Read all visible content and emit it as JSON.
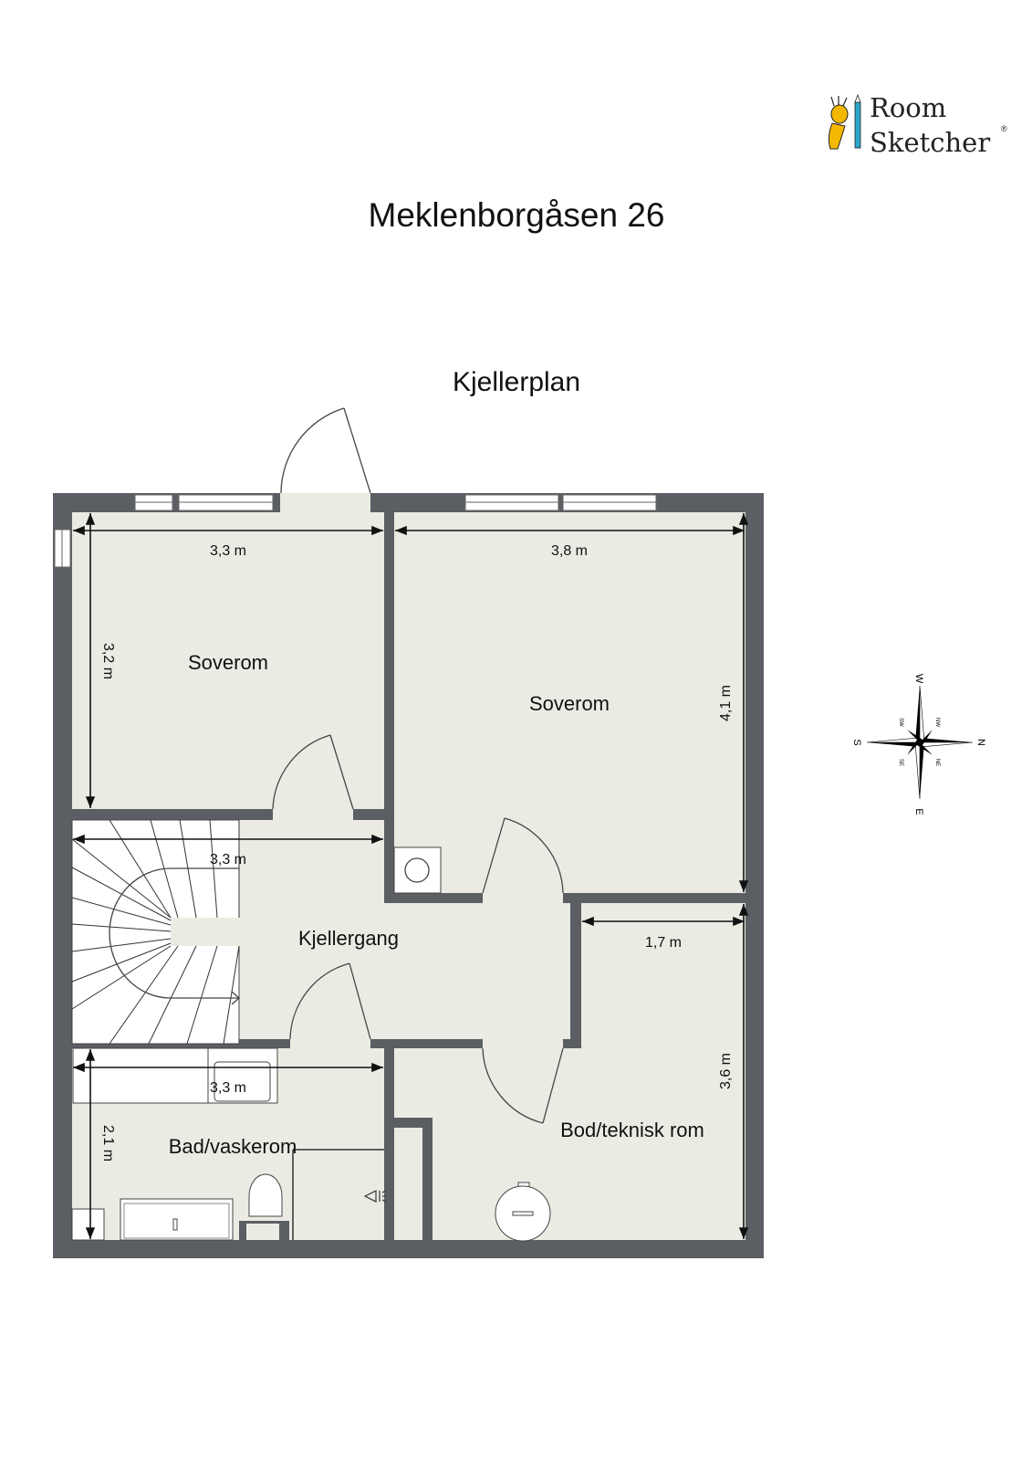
{
  "header": {
    "title": "Meklenborgåsen 26",
    "subtitle": "Kjellerplan"
  },
  "logo": {
    "line1": "Room",
    "line2": "Sketcher",
    "mark": "®"
  },
  "rooms": [
    {
      "name": "Soverom"
    },
    {
      "name": "Soverom"
    },
    {
      "name": "Kjellergang"
    },
    {
      "name": "Bad/vaskerom"
    },
    {
      "name": "Bod/teknisk rom"
    }
  ],
  "dimensions": [
    {
      "label": "3,3 m"
    },
    {
      "label": "3,2 m"
    },
    {
      "label": "3,8 m"
    },
    {
      "label": "4,1 m"
    },
    {
      "label": "3,3 m"
    },
    {
      "label": "1,7 m"
    },
    {
      "label": "3,6 m"
    },
    {
      "label": "3,3 m"
    },
    {
      "label": "2,1 m"
    }
  ],
  "compass": {
    "n": "N",
    "s": "S",
    "e": "E",
    "w": "W",
    "ne": "NE",
    "nw": "NW",
    "se": "SE",
    "sw": "SW"
  },
  "colors": {
    "wall": "#5b5e63",
    "floor": "#ebebe4",
    "logo_yellow": "#f5b800",
    "logo_blue": "#2aa6c9"
  }
}
